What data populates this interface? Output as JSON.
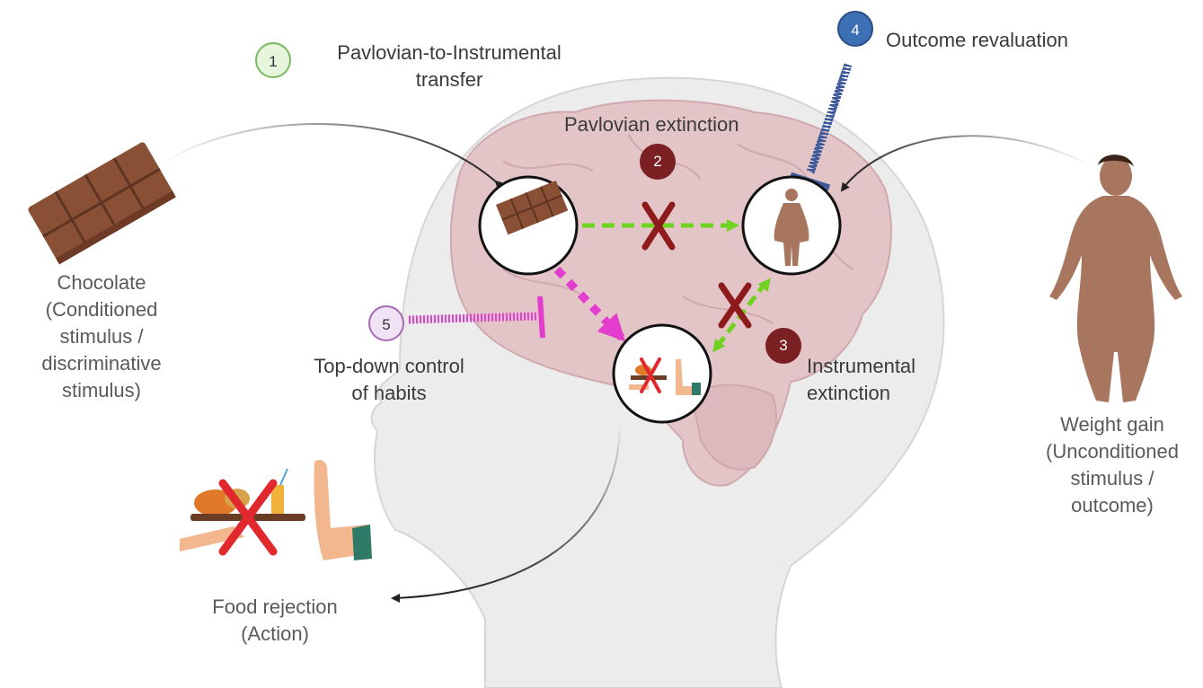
{
  "badges": {
    "b1": "1",
    "b2": "2",
    "b3": "3",
    "b4": "4",
    "b5": "5"
  },
  "labels": {
    "pit_line1": "Pavlovian-to-Instrumental",
    "pit_line2": "transfer",
    "pavlovian_extinction": "Pavlovian extinction",
    "outcome_revaluation": "Outcome revaluation",
    "instrumental_line1": "Instrumental",
    "instrumental_line2": "extinction",
    "topdown_line1": "Top-down control",
    "topdown_line2": "of habits",
    "chocolate_line1": "Chocolate",
    "chocolate_line2": "(Conditioned",
    "chocolate_line3": "stimulus /",
    "chocolate_line4": "discriminative",
    "chocolate_line5": "stimulus)",
    "weight_line1": "Weight gain",
    "weight_line2": "(Unconditioned",
    "weight_line3": "stimulus /",
    "weight_line4": "outcome)",
    "food_line1": "Food rejection",
    "food_line2": "(Action)"
  },
  "colors": {
    "green_badge": "#e6f5dc",
    "red_badge": "#7a1f22",
    "blue_badge": "#3c6fb4",
    "purple_badge": "#f1e3f5",
    "green_arrow": "#6fd320",
    "magenta_arrow": "#e23dcc",
    "blue_inhibitor": "#3e5a9a",
    "x_mark": "#8e1b1b",
    "brain": "#e3c5c8",
    "head": "#e8e8e8",
    "chocolate": "#8a5035",
    "skin": "#a8765e"
  },
  "icons": [
    "chocolate-bar-icon",
    "person-icon",
    "food-tray-icon",
    "hand-stop-icon",
    "x-mark-icon"
  ]
}
